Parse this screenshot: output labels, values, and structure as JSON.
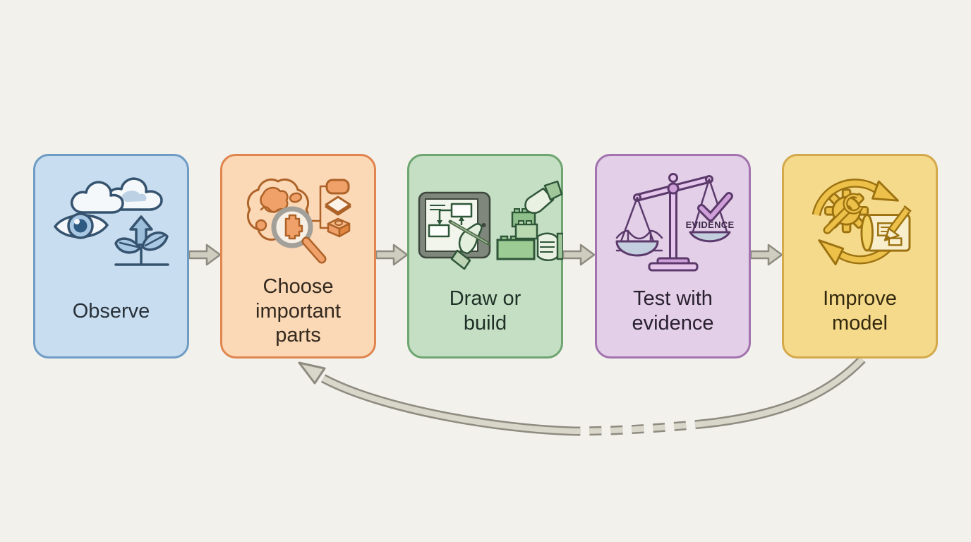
{
  "page": {
    "background": "#f2f1ec"
  },
  "diagram": {
    "type": "flowchart",
    "steps": [
      {
        "label": "Observe",
        "icon": "eye-clouds-plant-icon",
        "fill": "#c8ddef",
        "border": "#6f9cc5",
        "text_color": "#28313a"
      },
      {
        "label": "Choose\nimportant\nparts",
        "icon": "brain-magnifier-parts-icon",
        "fill": "#fbd8b6",
        "border": "#e0854e",
        "text_color": "#33291e"
      },
      {
        "label": "Draw or\nbuild",
        "icon": "tablet-sketch-bricks-icon",
        "fill": "#c5dfc4",
        "border": "#6ea571",
        "text_color": "#1f3027"
      },
      {
        "label": "Test with\nevidence",
        "icon": "balance-scale-evidence-icon",
        "fill": "#e3cfe8",
        "border": "#a273ae",
        "text_color": "#2a2130",
        "icon_text": "EVIDENCE"
      },
      {
        "label": "Improve\nmodel",
        "icon": "cycle-gear-blueprint-icon",
        "fill": "#f6da8b",
        "border": "#d3a94b",
        "text_color": "#33290e"
      }
    ],
    "connectors": {
      "forward_style": "block-arrow",
      "color_fill": "#cfccc0",
      "color_stroke": "#8e8c80"
    },
    "feedback_loop": {
      "style": "curved-dashed",
      "color_fill": "#d9d6ca",
      "color_stroke": "#8e8b80"
    }
  }
}
